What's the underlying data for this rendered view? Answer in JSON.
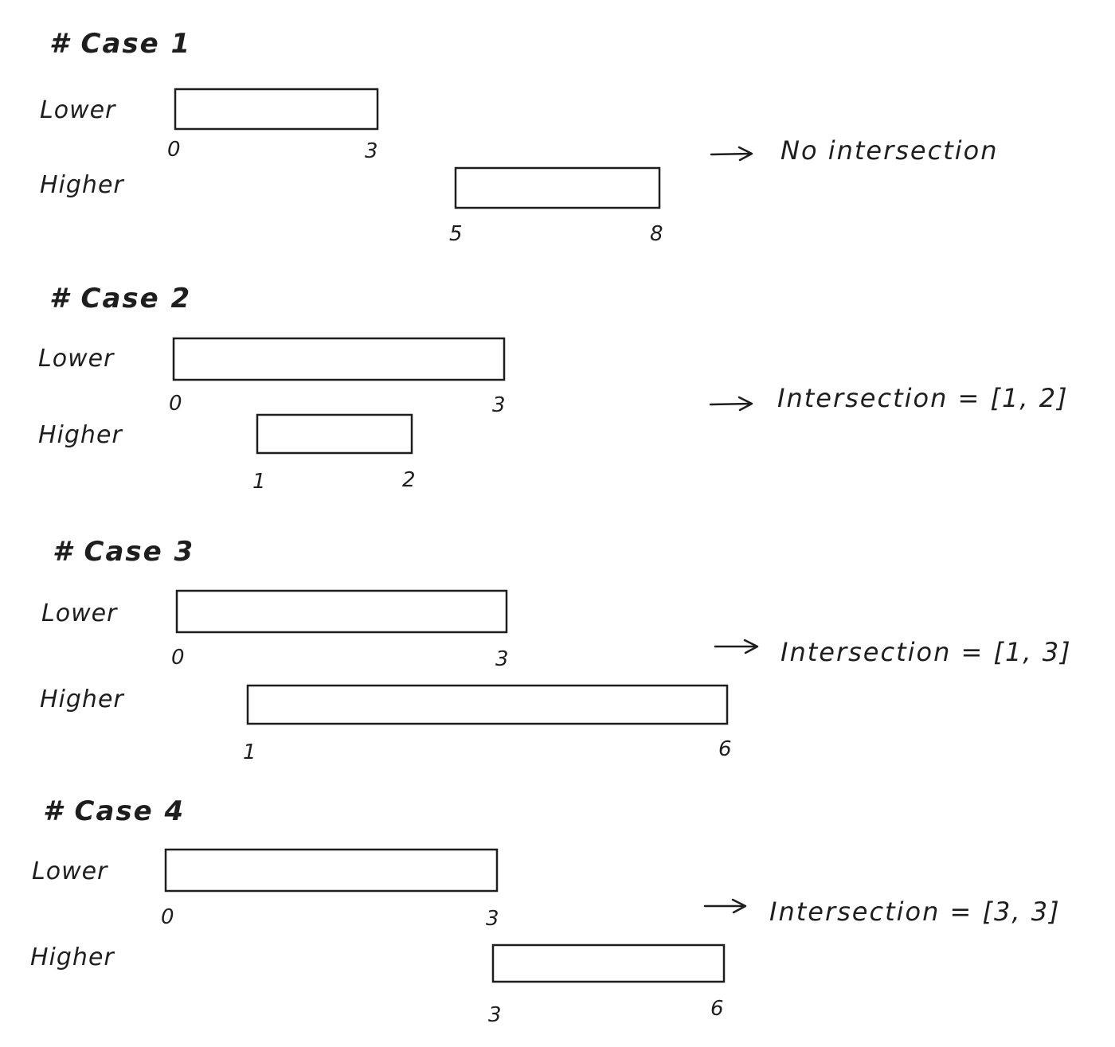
{
  "cases": [
    {
      "title": "# Case 1",
      "lower": {
        "label": "Lower",
        "start": 0,
        "end": 3,
        "start_label": "0",
        "end_label": "3"
      },
      "higher": {
        "label": "Higher",
        "start": 5,
        "end": 8,
        "start_label": "5",
        "end_label": "8"
      },
      "result": "No intersection"
    },
    {
      "title": "# Case 2",
      "lower": {
        "label": "Lower",
        "start": 0,
        "end": 3,
        "start_label": "0",
        "end_label": "3"
      },
      "higher": {
        "label": "Higher",
        "start": 1,
        "end": 2,
        "start_label": "1",
        "end_label": "2"
      },
      "result": "Intersection = [1, 2]"
    },
    {
      "title": "# Case 3",
      "lower": {
        "label": "Lower",
        "start": 0,
        "end": 3,
        "start_label": "0",
        "end_label": "3"
      },
      "higher": {
        "label": "Higher",
        "start": 1,
        "end": 6,
        "start_label": "1",
        "end_label": "6"
      },
      "result": "Intersection = [1, 3]"
    },
    {
      "title": "# Case 4",
      "lower": {
        "label": "Lower",
        "start": 0,
        "end": 3,
        "start_label": "0",
        "end_label": "3"
      },
      "higher": {
        "label": "Higher",
        "start": 3,
        "end": 6,
        "start_label": "3",
        "end_label": "6"
      },
      "result": "Intersection = [3, 3]"
    }
  ]
}
